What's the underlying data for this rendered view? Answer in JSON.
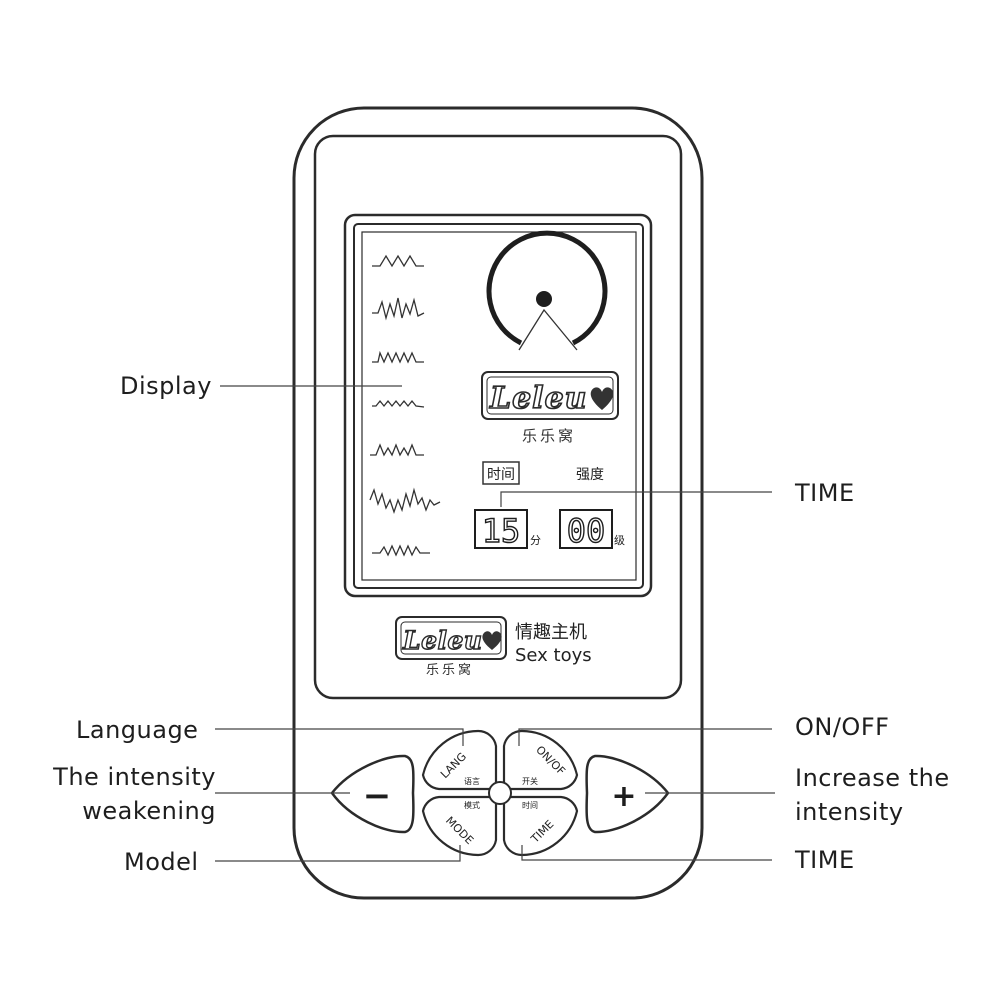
{
  "callouts": {
    "display": "Display",
    "time_top": "TIME",
    "language": "Language",
    "intensity_down_line1": "The intensity",
    "intensity_down_line2": "weakening",
    "model": "Model",
    "on_off": "ON/OFF",
    "intensity_up_line1": "Increase the",
    "intensity_up_line2": "intensity",
    "time_bottom": "TIME"
  },
  "screen": {
    "brand_logo": "Leleu",
    "brand_cn": "乐乐窝",
    "time_tag": "时间",
    "strength_tag": "强度",
    "time_value": "15",
    "time_unit": "分",
    "level_value": "00",
    "level_unit": "级"
  },
  "device": {
    "brand_logo": "Leleu",
    "brand_cn": "乐乐窝",
    "product_cn": "情趣主机",
    "product_en": "Sex toys"
  },
  "buttons": {
    "minus": "−",
    "plus": "+",
    "lang": "LANG",
    "lang_cn": "语言",
    "onoff": "ON/OF",
    "onoff_cn": "开关",
    "mode": "MODE",
    "mode_cn": "模式",
    "time": "TIME",
    "time_cn": "时间"
  },
  "icons": [
    "heart-icon",
    "dial-icon",
    "waveform-icon"
  ],
  "colors": {
    "ink": "#1e1e1e",
    "line": "#333333",
    "background": "#ffffff"
  }
}
